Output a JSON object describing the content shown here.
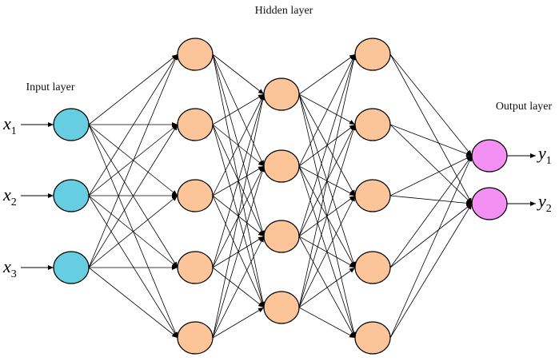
{
  "labels": {
    "input_layer": "Input layer",
    "hidden_layer": "Hidden layer",
    "output_layer": "Output layer"
  },
  "inputs": [
    {
      "var": "x",
      "sub": "1"
    },
    {
      "var": "x",
      "sub": "2"
    },
    {
      "var": "x",
      "sub": "3"
    }
  ],
  "outputs": [
    {
      "var": "y",
      "sub": "1"
    },
    {
      "var": "y",
      "sub": "2"
    }
  ],
  "layers": [
    {
      "role": "input",
      "nodes": 3,
      "color": "#67cde0"
    },
    {
      "role": "hidden",
      "nodes": 5,
      "color": "#fcc599"
    },
    {
      "role": "hidden",
      "nodes": 4,
      "color": "#fcc599"
    },
    {
      "role": "hidden",
      "nodes": 5,
      "color": "#fcc599"
    },
    {
      "role": "output",
      "nodes": 2,
      "color": "#f48ff4"
    }
  ],
  "connectivity": "fully-connected"
}
